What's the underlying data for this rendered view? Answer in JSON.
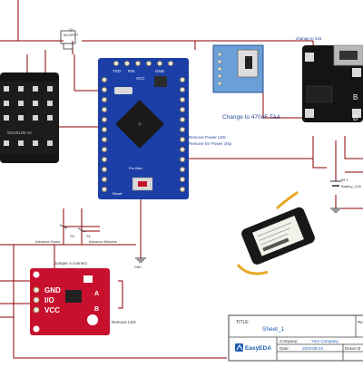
{
  "schematic": {
    "mosfet_label": "MOSFET",
    "mosfet_ref": "Q1",
    "charger_label": "change to 5x5",
    "led_matrix_label": "WS2812B-16",
    "arduino": {
      "pin_labels_top": [
        "TXO",
        "RXI",
        "GND",
        "VCC"
      ],
      "brand": "Pro Mini",
      "reset_label": "Reset"
    },
    "rtc_note": "Change to 470uF TAA",
    "arduino_notes": [
      "Remove Power LED",
      "Remove 5V Power chip"
    ],
    "battery_ref": "BT1",
    "battery_name": "Battery_Cell",
    "switches": {
      "s2_ref": "S2",
      "s2_label": "Advance Hours",
      "s1_ref": "S1",
      "s1_label": "Advance Minutes"
    },
    "gnd_label": "GND",
    "touch_module": {
      "jumper_note": "Jumper A connect",
      "pin_labels": [
        "GND",
        "I/O",
        "VCC"
      ],
      "jumper_a": "A",
      "jumper_b": "B",
      "remove_note": "Remove LED"
    },
    "charger_pads": [
      "B",
      "B"
    ]
  },
  "title_block": {
    "title_caption": "TITLE:",
    "title_value": "Sheet_1",
    "company_caption": "Company:",
    "company_value": "Your Company",
    "date_caption": "Date:",
    "date_value": "2023-08-24",
    "drawn_caption": "Drawn B",
    "logo_text": "EasyEDA",
    "rev_caption": "Re"
  },
  "colors": {
    "wire": "#8b0000",
    "pcb_blue": "#1b3fa6",
    "pcb_red": "#c8102e",
    "pcb_black": "#141414",
    "note_blue": "#2a4a9a"
  }
}
